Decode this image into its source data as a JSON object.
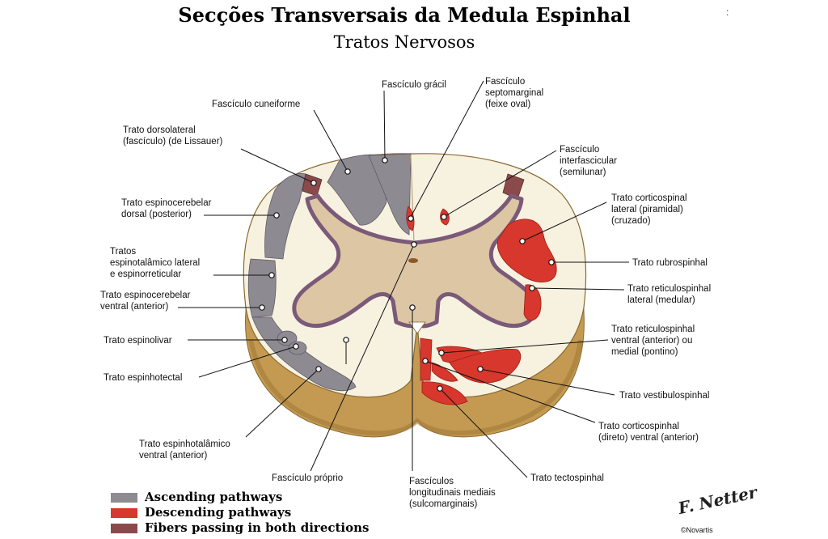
{
  "title": "Secções Transversais da Medula Espinhal",
  "subtitle": "Tratos Nervosos",
  "corner_mark": ":",
  "colors": {
    "ascending": "#8e8a92",
    "descending": "#d7372c",
    "both": "#8a4a4c",
    "white_matter": "#f7f1e0",
    "gray_matter": "#dcc6a4",
    "outline": "#7a5a78",
    "cut_surface": "#c9a25a"
  },
  "labels": {
    "cuneiforme": "Fascículo cuneiforme",
    "gracil": "Fascículo grácil",
    "septomarginal": "Fascículo\nseptomarginal\n(feixe oval)",
    "interfascicular": "Fascículo\ninterfascicular\n(semilunar)",
    "dorsolateral": "Trato dorsolateral\n(fascículo) (de Lissauer)",
    "espinocerebelar_dorsal": "Trato espinocerebelar\ndorsal (posterior)",
    "espinotalamico_lateral": "Tratos\nespinotalâmico lateral\ne espinorreticular",
    "espinocerebelar_ventral": "Trato espinocerebelar\nventral (anterior)",
    "espinolivar": "Trato espinolivar",
    "espinhotectal": "Trato espinhotectal",
    "espinhotalamico_ventral": "Trato espinhotalâmico\nventral (anterior)",
    "proprio": "Fascículo próprio",
    "longitudinais": "Fascículos\nlongitudinais mediais\n(sulcomarginais)",
    "tectospinhal": "Trato tectospinhal",
    "corticospinhal_direto": "Trato corticospinhal\n(direto) ventral (anterior)",
    "vestibulospinhal": "Trato vestibulospinhal",
    "reticulospinhal_ventral": "Trato reticulospinhal\nventral (anterior) ou\nmedial (pontino)",
    "reticulospinhal_lateral": "Trato reticulospinhal\nlateral (medular)",
    "rubrospinhal": "Trato rubrospinhal",
    "corticospinal_lateral": "Trato corticospinal\nlateral (piramidal)\n(cruzado)"
  },
  "legend": [
    {
      "text": "Ascending pathways",
      "color": "#8e8a92"
    },
    {
      "text": "Descending pathways",
      "color": "#d7372c"
    },
    {
      "text": "Fibers passing in both directions",
      "color": "#8a4a4c"
    }
  ],
  "signature": "F. Netter",
  "copyright": "©Novartis"
}
